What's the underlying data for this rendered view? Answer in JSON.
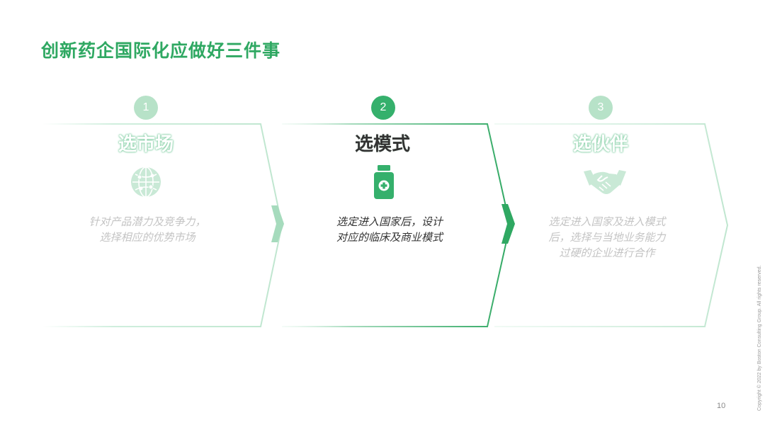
{
  "slide": {
    "title": "创新药企国际化应做好三件事",
    "page_number": "10",
    "copyright": "Copyright © 2022 by Boston Consulting Group. All rights reserved."
  },
  "steps": [
    {
      "number": "1",
      "title": "选市场",
      "desc_lines": [
        "针对产品潜力及竞争力，",
        "选择相应的优势市场"
      ],
      "icon": "globe-network-icon",
      "active": false
    },
    {
      "number": "2",
      "title": "选模式",
      "desc_lines": [
        "选定进入国家后，设计",
        "对应的临床及商业模式"
      ],
      "icon": "medicine-bottle-icon",
      "active": true
    },
    {
      "number": "3",
      "title": "选伙伴",
      "desc_lines": [
        "选定进入国家及进入模式",
        "后，选择与当地业务能力",
        "过硬的企业进行合作"
      ],
      "icon": "handshake-icon",
      "active": false
    }
  ],
  "colors": {
    "brand_green": "#2fa862",
    "faded_green": "#aedcc0",
    "active_green": "#35b06c",
    "active_text": "#333333",
    "faded_text": "#c4c4c4"
  }
}
